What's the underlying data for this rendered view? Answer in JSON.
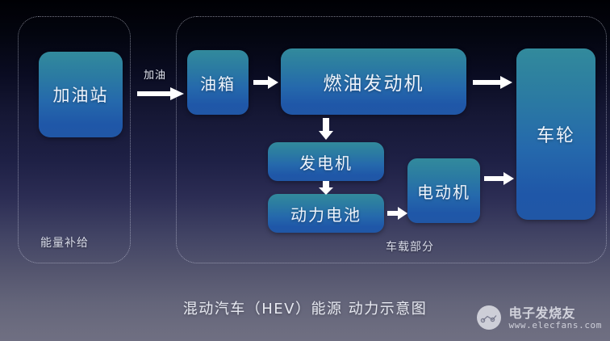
{
  "diagram": {
    "caption": "混动汽车（HEV）能源 动力示意图",
    "groups": [
      {
        "id": "supply",
        "label": "能量补给"
      },
      {
        "id": "onboard",
        "label": "车载部分"
      }
    ],
    "nodes": [
      {
        "id": "station",
        "label": "加油站"
      },
      {
        "id": "tank",
        "label": "油箱"
      },
      {
        "id": "engine",
        "label": "燃油发动机"
      },
      {
        "id": "generator",
        "label": "发电机"
      },
      {
        "id": "battery",
        "label": "动力电池"
      },
      {
        "id": "motor",
        "label": "电动机"
      },
      {
        "id": "wheel",
        "label": "车轮"
      }
    ],
    "edges": [
      {
        "id": "station-to-tank",
        "label": "加油"
      },
      {
        "id": "tank-to-engine",
        "label": ""
      },
      {
        "id": "engine-to-wheel",
        "label": ""
      },
      {
        "id": "engine-to-generator",
        "label": ""
      },
      {
        "id": "generator-to-battery",
        "label": ""
      },
      {
        "id": "battery-to-motor",
        "label": ""
      },
      {
        "id": "motor-to-wheel",
        "label": ""
      }
    ],
    "colors": {
      "node_top": "#328a9c",
      "node_bottom": "#1f57a8",
      "arrow": "#ffffff",
      "group_border": "#d7daeb",
      "text": "#eef3fb",
      "bg_top": "#000004",
      "bg_mid": "#1e2045",
      "bg_bottom": "#6f6f82"
    }
  },
  "watermark": {
    "name": "电子发烧友",
    "url": "www.elecfans.com"
  }
}
